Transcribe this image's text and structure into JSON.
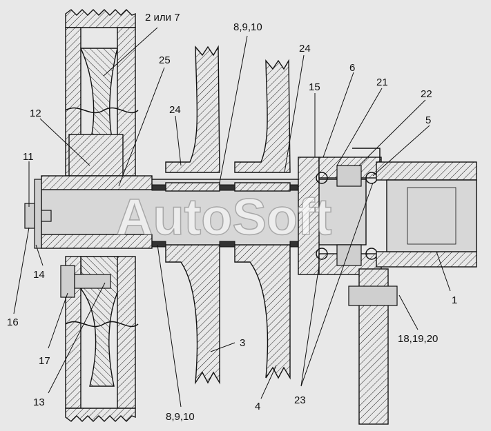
{
  "watermark": "AutoSoft",
  "callouts": {
    "c_2_7": "2 или 7",
    "c_8910_top": "8,9,10",
    "c_24_top": "24",
    "c_25": "25",
    "c_6": "6",
    "c_15": "15",
    "c_21": "21",
    "c_22": "22",
    "c_5": "5",
    "c_12": "12",
    "c_24_mid": "24",
    "c_11": "11",
    "c_14": "14",
    "c_16": "16",
    "c_17": "17",
    "c_13": "13",
    "c_8910_bottom": "8,9,10",
    "c_3": "3",
    "c_4": "4",
    "c_23": "23",
    "c_1": "1",
    "c_18_19_20": "18,19,20"
  }
}
